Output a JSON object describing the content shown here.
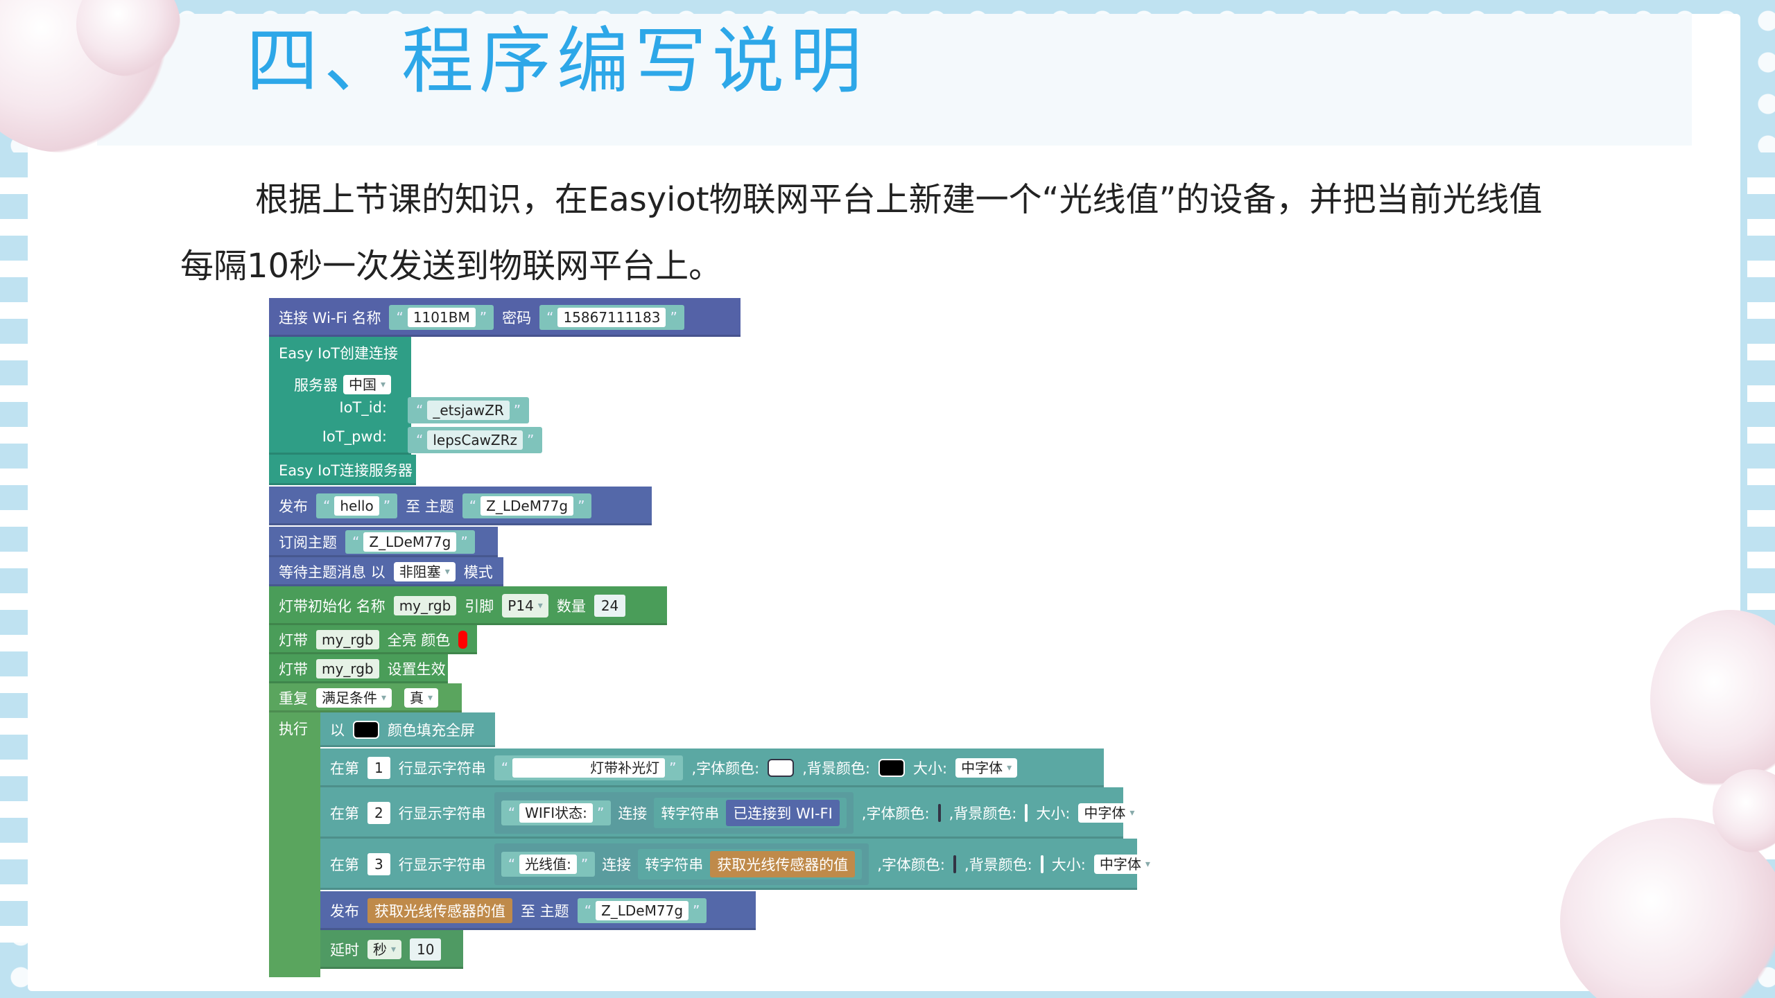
{
  "slide": {
    "title": "四、程序编写说明",
    "desc_line1": "根据上节课的知识，在Easyiot物联网平台上新建一个“光线值”的设备，并把当前光线值",
    "desc_line2": "每隔10秒一次发送到物联网平台上。"
  },
  "blocks": {
    "wifi": {
      "label": "连接 Wi-Fi 名称",
      "ssid": "1101BM",
      "pwd_label": "密码",
      "pwd": "15867111183"
    },
    "iot_create": {
      "label": "Easy IoT创建连接",
      "server_label": "服务器",
      "server_value": "中国",
      "id_label": "IoT_id:",
      "id_value": "_etsjawZR",
      "pwd_label": "IoT_pwd:",
      "pwd_value": "lepsCawZRz"
    },
    "iot_connect": {
      "label": "Easy IoT连接服务器"
    },
    "publish": {
      "label": "发布",
      "msg": "hello",
      "to_topic": "至 主题",
      "topic": "Z_LDeM77g"
    },
    "subscribe": {
      "label": "订阅主题",
      "topic": "Z_LDeM77g"
    },
    "wait": {
      "label": "等待主题消息 以",
      "mode_value": "非阻塞",
      "mode_label": "模式"
    },
    "led_init": {
      "label": "灯带初始化 名称",
      "name": "my_rgb",
      "pin_label": "引脚",
      "pin": "P14",
      "count_label": "数量",
      "count": "24"
    },
    "led_fill": {
      "label": "灯带",
      "name": "my_rgb",
      "action": "全亮 颜色",
      "color": "#ff0000"
    },
    "led_show": {
      "label": "灯带",
      "name": "my_rgb",
      "action": "设置生效"
    },
    "repeat": {
      "label": "重复",
      "cond": "满足条件",
      "bool": "真",
      "exec": "执行"
    },
    "fill_screen": {
      "label": "以",
      "action": "颜色填充全屏",
      "color": "#000000"
    },
    "row1": {
      "label": "在第",
      "row": "1",
      "action": "行显示字符串",
      "text": "灯带补光灯",
      "font_color_label": ",字体颜色:",
      "bg_color_label": ",背景颜色:",
      "size_label": "大小:",
      "size": "中字体"
    },
    "row2": {
      "label": "在第",
      "row": "2",
      "action": "行显示字符串",
      "text": "WIFI状态:",
      "concat": "连接",
      "to_str": "转字符串",
      "value": "已连接到 WI-FI",
      "font_color_label": ",字体颜色:",
      "bg_color_label": ",背景颜色:",
      "size_label": "大小:",
      "size": "中字体"
    },
    "row3": {
      "label": "在第",
      "row": "3",
      "action": "行显示字符串",
      "text": "光线值:",
      "concat": "连接",
      "to_str": "转字符串",
      "value": "获取光线传感器的值",
      "font_color_label": ",字体颜色:",
      "bg_color_label": ",背景颜色:",
      "size_label": "大小:",
      "size": "中字体"
    },
    "publish2": {
      "label": "发布",
      "value": "获取光线传感器的值",
      "to_topic": "至 主题",
      "topic": "Z_LDeM77g"
    },
    "delay": {
      "label": "延时",
      "unit": "秒",
      "value": "10"
    }
  }
}
